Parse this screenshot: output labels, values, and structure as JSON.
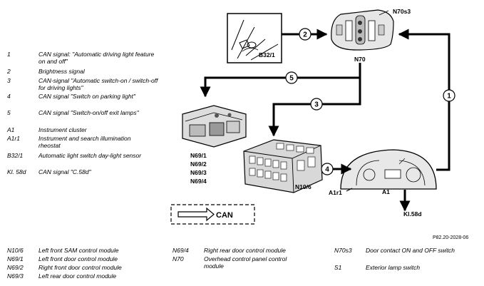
{
  "legend_top": [
    {
      "key": "1",
      "text": "CAN signal: \"Automatic driving light feature on and off\""
    },
    {
      "key": "2",
      "text": "Brightness signal"
    },
    {
      "key": "3",
      "text": "CAN-signal \"Automatic switch-on / switch-off for driving lights\""
    },
    {
      "key": "4",
      "text": "CAN signal \"Switch on parking light\""
    },
    {
      "key": "5",
      "text": "CAN signal \"Switch-on/off exit lamps\""
    },
    {
      "key": "A1",
      "text": "Instrument cluster"
    },
    {
      "key": "A1r1",
      "text": "Instrument and search illumination rheostat"
    },
    {
      "key": "B32/1",
      "text": "Automatic light switch day-light sensor"
    },
    {
      "key": "Kl. 58d",
      "text": "CAN signal \"C.58d\""
    }
  ],
  "legend_bottom": {
    "col1": [
      {
        "key": "N10/6",
        "text": "Left front SAM control module"
      },
      {
        "key": "N69/1",
        "text": "Left front door control module"
      },
      {
        "key": "N69/2",
        "text": "Right front door control module"
      },
      {
        "key": "N69/3",
        "text": "Left rear door control module"
      }
    ],
    "col2": [
      {
        "key": "N69/4",
        "text": "Right rear door control module"
      },
      {
        "key": "N70",
        "text": "Overhead control panel control module"
      }
    ],
    "col3": [
      {
        "key": "N70s3",
        "text": "Door contact ON and OFF switch"
      },
      {
        "key": "S1",
        "text": "Exterior lamp switch"
      }
    ]
  },
  "diagram": {
    "labels": {
      "n70s3": "N70s3",
      "n70": "N70",
      "b32_1": "B32/1",
      "n69_list": [
        "N69/1",
        "N69/2",
        "N69/3",
        "N69/4"
      ],
      "n10_6": "N10/6",
      "a1r1": "A1r1",
      "a1": "A1",
      "kl58d": "Kl.58d",
      "can": "CAN"
    },
    "signals": [
      "1",
      "2",
      "3",
      "4",
      "5"
    ],
    "reference": "P82.20-2028-06"
  }
}
